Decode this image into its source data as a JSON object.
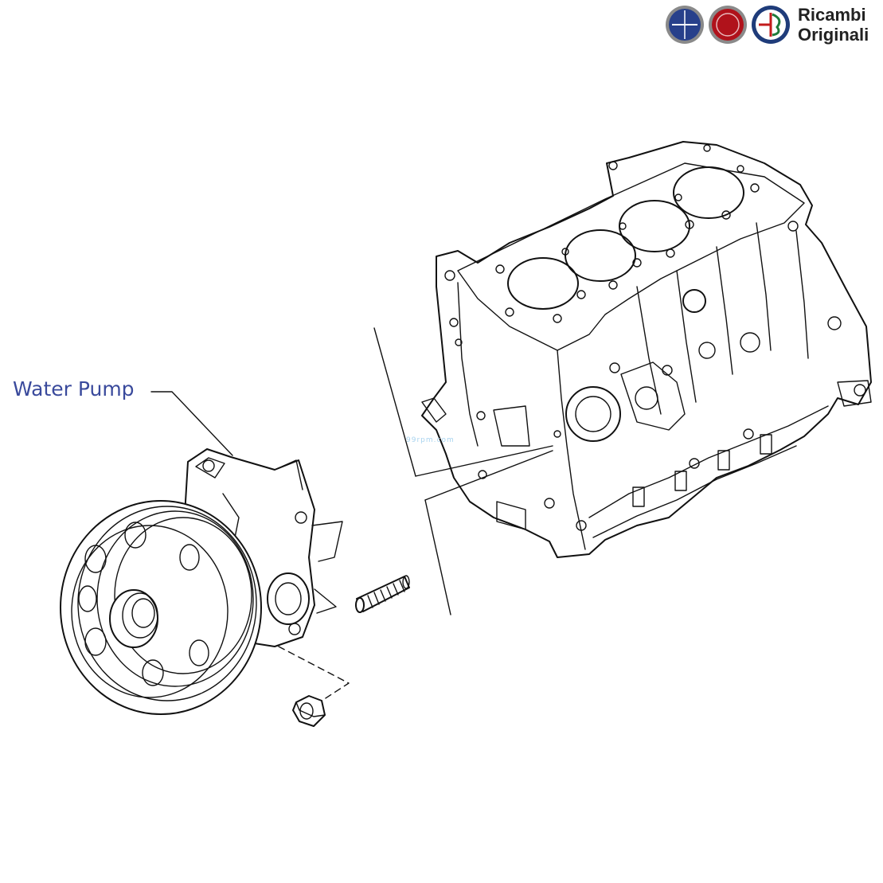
{
  "brand": {
    "line1": "Ricambi",
    "line2": "Originali",
    "logos": [
      {
        "name": "lancia-logo",
        "color": "#27408b"
      },
      {
        "name": "fiat-logo",
        "color": "#b0121b"
      },
      {
        "name": "alfa-romeo-logo",
        "color": "#1f3c7a"
      }
    ]
  },
  "diagram": {
    "callout_label": "Water Pump",
    "watermark": "99rpm.com",
    "label_color": "#3a4a9c"
  }
}
